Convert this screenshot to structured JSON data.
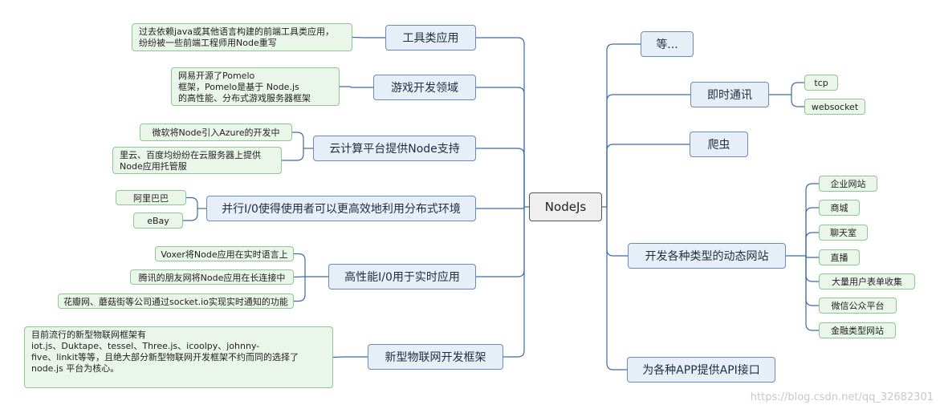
{
  "root": "NodeJs",
  "left": [
    {
      "label": "工具类应用",
      "notes": [
        [
          "过去依赖java或其他语言构建的前端工具类应用，",
          "纷纷被一些前端工程师用Node重写"
        ]
      ]
    },
    {
      "label": "游戏开发领域",
      "notes": [
        [
          "网易开源了Pomelo",
          "框架，Pomelo是基于 Node.js",
          "的高性能、分布式游戏服务器框架"
        ]
      ]
    },
    {
      "label": "云计算平台提供Node支持",
      "notes": [
        [
          "微软将Node引入Azure的开发中"
        ],
        [
          "里云、百度均纷纷在云服务器上提供",
          "Node应用托管服"
        ]
      ]
    },
    {
      "label": "并行I/0使得使用者可以更高效地利用分布式环境",
      "notes": [
        [
          "阿里巴巴"
        ],
        [
          "eBay"
        ]
      ]
    },
    {
      "label": "高性能I/0用于实时应用",
      "notes": [
        [
          "Voxer将Node应用在实时语言上"
        ],
        [
          "腾讯的朋友网将Node应用在长连接中"
        ],
        [
          "花瓣网、蘑菇街等公司通过socket.io实现实时通知的功能"
        ]
      ]
    },
    {
      "label": "新型物联网开发框架",
      "notes": [
        [
          "目前流行的新型物联网框架有",
          "iot.js、Duktape、tessel、Three.js、icoolpy、johnny-",
          "five、linkit等等，且绝大部分新型物联网开发框架不约而同的选择了",
          "node.js 平台为核心。"
        ]
      ]
    }
  ],
  "right": [
    {
      "label": "等...",
      "children": []
    },
    {
      "label": "即时通讯",
      "children": [
        "tcp",
        "websocket"
      ]
    },
    {
      "label": "爬虫",
      "children": []
    },
    {
      "label": "开发各种类型的动态网站",
      "children": [
        "企业网站",
        "商城",
        "聊天室",
        "直播",
        "大量用户表单收集",
        "微信公众平台",
        "金融类型网站"
      ]
    },
    {
      "label": "为各种APP提供API接口",
      "children": []
    }
  ],
  "watermark": "https://blog.csdn.net/qq_32682301",
  "colors": {
    "line": "#3e6aa8",
    "leaf_line": "#8cc98c",
    "topic_bg": "#e6eef8",
    "leaf_bg": "#e9f6e9",
    "root_bg": "#efefef"
  }
}
